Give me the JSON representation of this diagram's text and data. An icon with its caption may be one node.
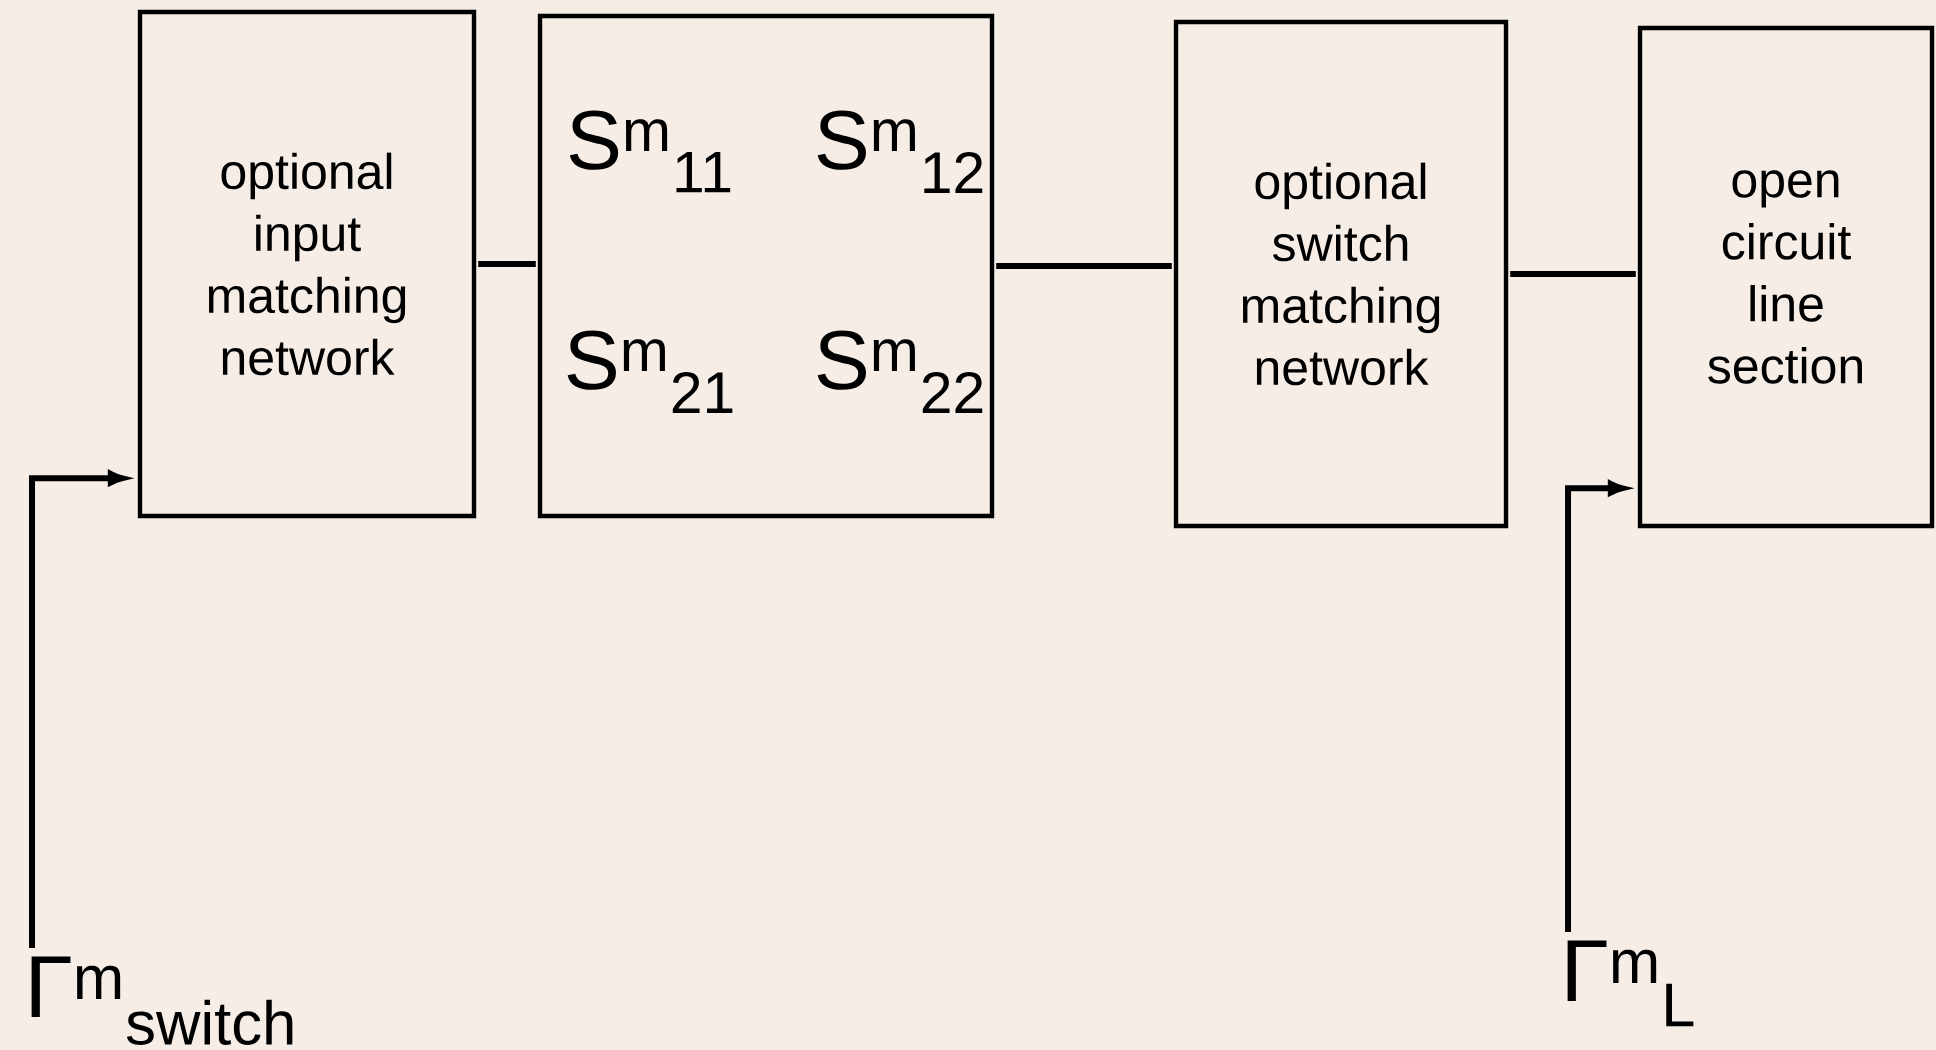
{
  "diagram": {
    "nodes": [
      {
        "text": [
          "optional input matching network"
        ]
      },
      {
        "text": [
          "S$^{m}$$_{11}$",
          "S$^{m}$$_{12}$",
          "S$^{m}$$_{21}$",
          "S$^{m}$$_{22}$"
        ]
      },
      {
        "text": [
          "optional switch matching network"
        ]
      },
      {
        "text": [
          "open circuit line section"
        ]
      },
      {
        "text": [
          "Γ$^{m}$$_{switch}$"
        ]
      },
      {
        "text": [
          "Γ$^{m}$$_{L}$"
        ]
      }
    ],
    "edges": [
      {
        "from": 0,
        "to": 1,
        "arrow": "none"
      },
      {
        "from": 1,
        "to": 2,
        "arrow": "none"
      },
      {
        "from": 2,
        "to": 3,
        "arrow": "none"
      },
      {
        "from": 4,
        "to": 0,
        "arrow": "to"
      },
      {
        "from": 5,
        "to": 3,
        "arrow": "to"
      }
    ]
  }
}
